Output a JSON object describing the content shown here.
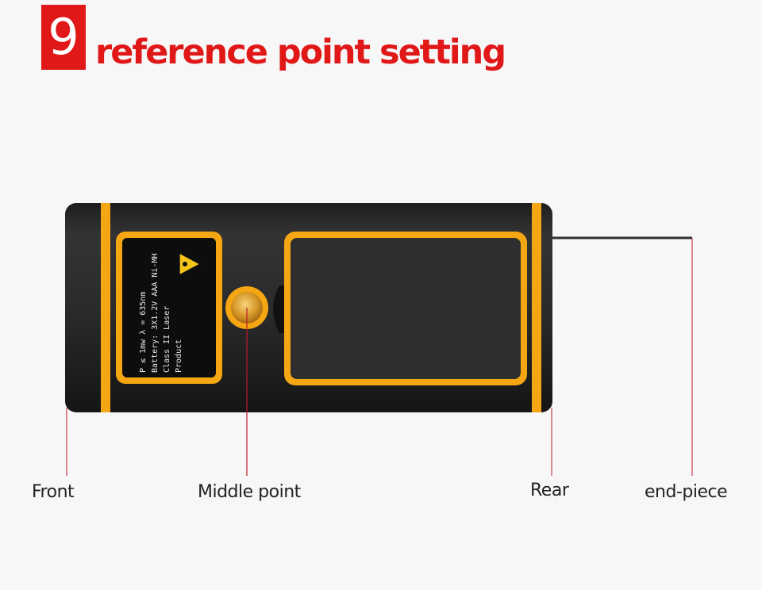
{
  "header": {
    "number": "9",
    "title": "reference point setting"
  },
  "device": {
    "label_lines": [
      "P ≤ 1mw  λ = 635nm",
      "Battery: 3X1.2V AAA  Ni-MH",
      "Class II Laser",
      "Product"
    ],
    "body_color": "#262626",
    "accent_color": "#f5a713"
  },
  "callouts": {
    "front": "Front",
    "middle": "Middle point",
    "rear": "Rear",
    "end_piece": "end-piece"
  },
  "colors": {
    "red": "#e01818",
    "line": "#c0192a"
  }
}
